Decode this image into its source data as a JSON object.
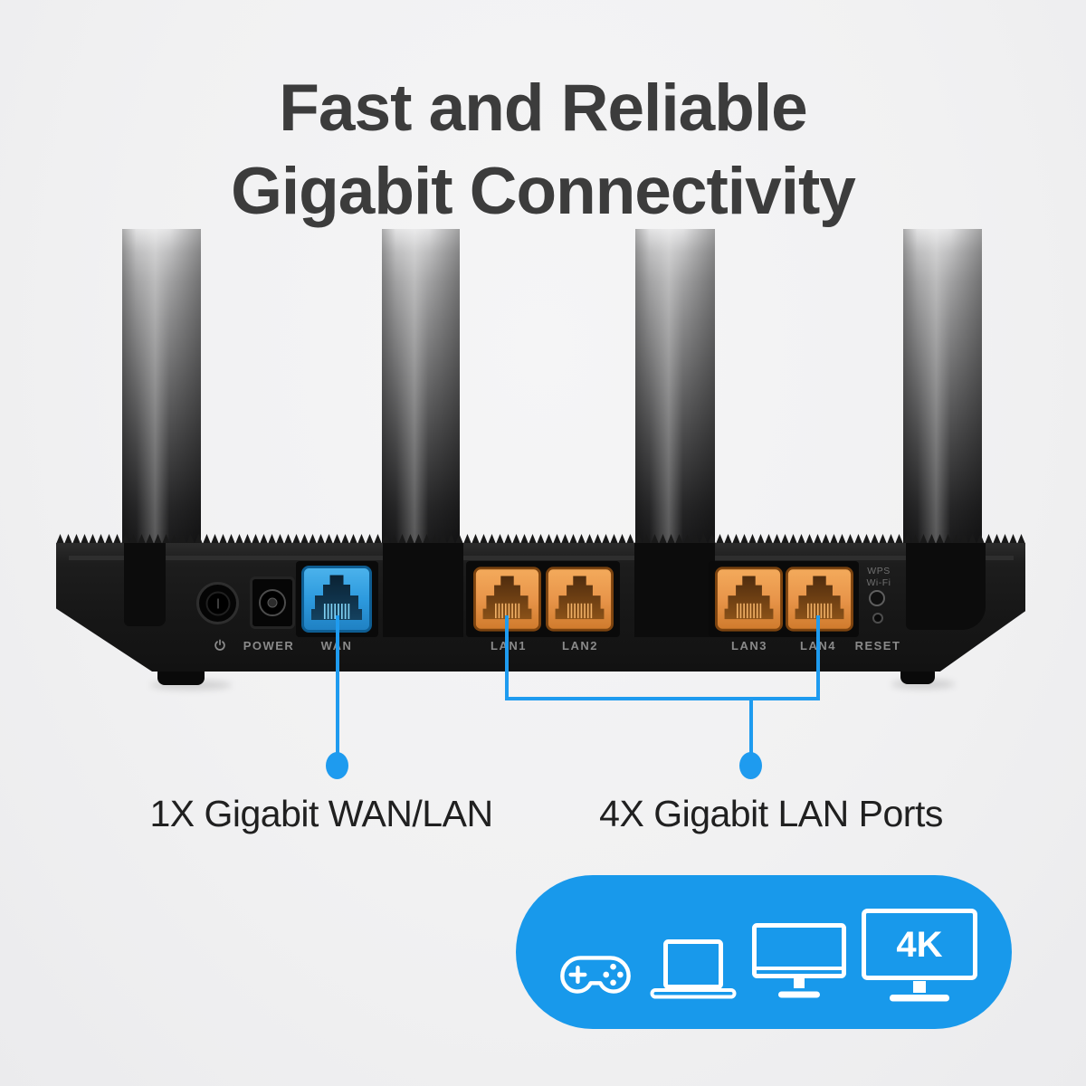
{
  "title": {
    "line1": "Fast and Reliable",
    "line2": "Gigabit Connectivity"
  },
  "router": {
    "labels": {
      "power": "POWER",
      "wan": "WAN",
      "lan1": "LAN1",
      "lan2": "LAN2",
      "lan3": "LAN3",
      "lan4": "LAN4",
      "reset": "RESET",
      "wps": "WPS",
      "wifi": "Wi-Fi"
    },
    "antenna_count": 4,
    "icons": [
      "power-icon"
    ]
  },
  "callouts": {
    "wan": "1X Gigabit WAN/LAN",
    "lan": "4X Gigabit LAN Ports"
  },
  "badge": {
    "tv_label": "4K",
    "icons": [
      "game-controller-icon",
      "laptop-icon",
      "monitor-icon",
      "tv-4k-icon"
    ]
  },
  "colors": {
    "background": "#f1f1f2",
    "title_text": "#3c3c3c",
    "callout_blue": "#1e9bef",
    "badge_blue": "#1899eb",
    "wan_port_blue": "#2d9ade",
    "lan_port_orange": "#e8954a",
    "router_black": "#171717",
    "port_label_gray": "#8a8a8a"
  }
}
